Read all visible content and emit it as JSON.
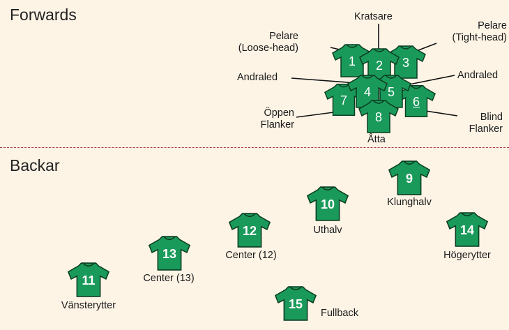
{
  "sections": {
    "forwards": "Forwards",
    "backs": "Backar"
  },
  "colors": {
    "background": "#fdf4e6",
    "jersey": "#1a9a5a",
    "jersey_outline": "#0b3d22",
    "divider": "#b0383a"
  },
  "forwards": {
    "labels": {
      "hooker": "Kratsare",
      "loosehead": [
        "Pelare",
        "(Loose-head)"
      ],
      "tighthead": [
        "Pelare",
        "(Tight-head)"
      ],
      "lock_left": "Andraled",
      "lock_right": "Andraled",
      "openside": [
        "Öppen",
        "Flanker"
      ],
      "blindside": [
        "Blind",
        "Flanker"
      ],
      "eighth": "Åtta"
    },
    "numbers": {
      "n1": "1",
      "n2": "2",
      "n3": "3",
      "n4": "4",
      "n5": "5",
      "n6": "6",
      "n7": "7",
      "n8": "8"
    }
  },
  "backs": {
    "scrumhalf": {
      "number": "9",
      "label": "Klunghalv"
    },
    "flyhalf": {
      "number": "10",
      "label": "Uthalv"
    },
    "right_wing": {
      "number": "14",
      "label": "Högerytter"
    },
    "center12": {
      "number": "12",
      "label": "Center (12)"
    },
    "center13": {
      "number": "13",
      "label": "Center (13)"
    },
    "left_wing": {
      "number": "11",
      "label": "Vänsterytter"
    },
    "fullback": {
      "number": "15",
      "label": "Fullback"
    }
  }
}
